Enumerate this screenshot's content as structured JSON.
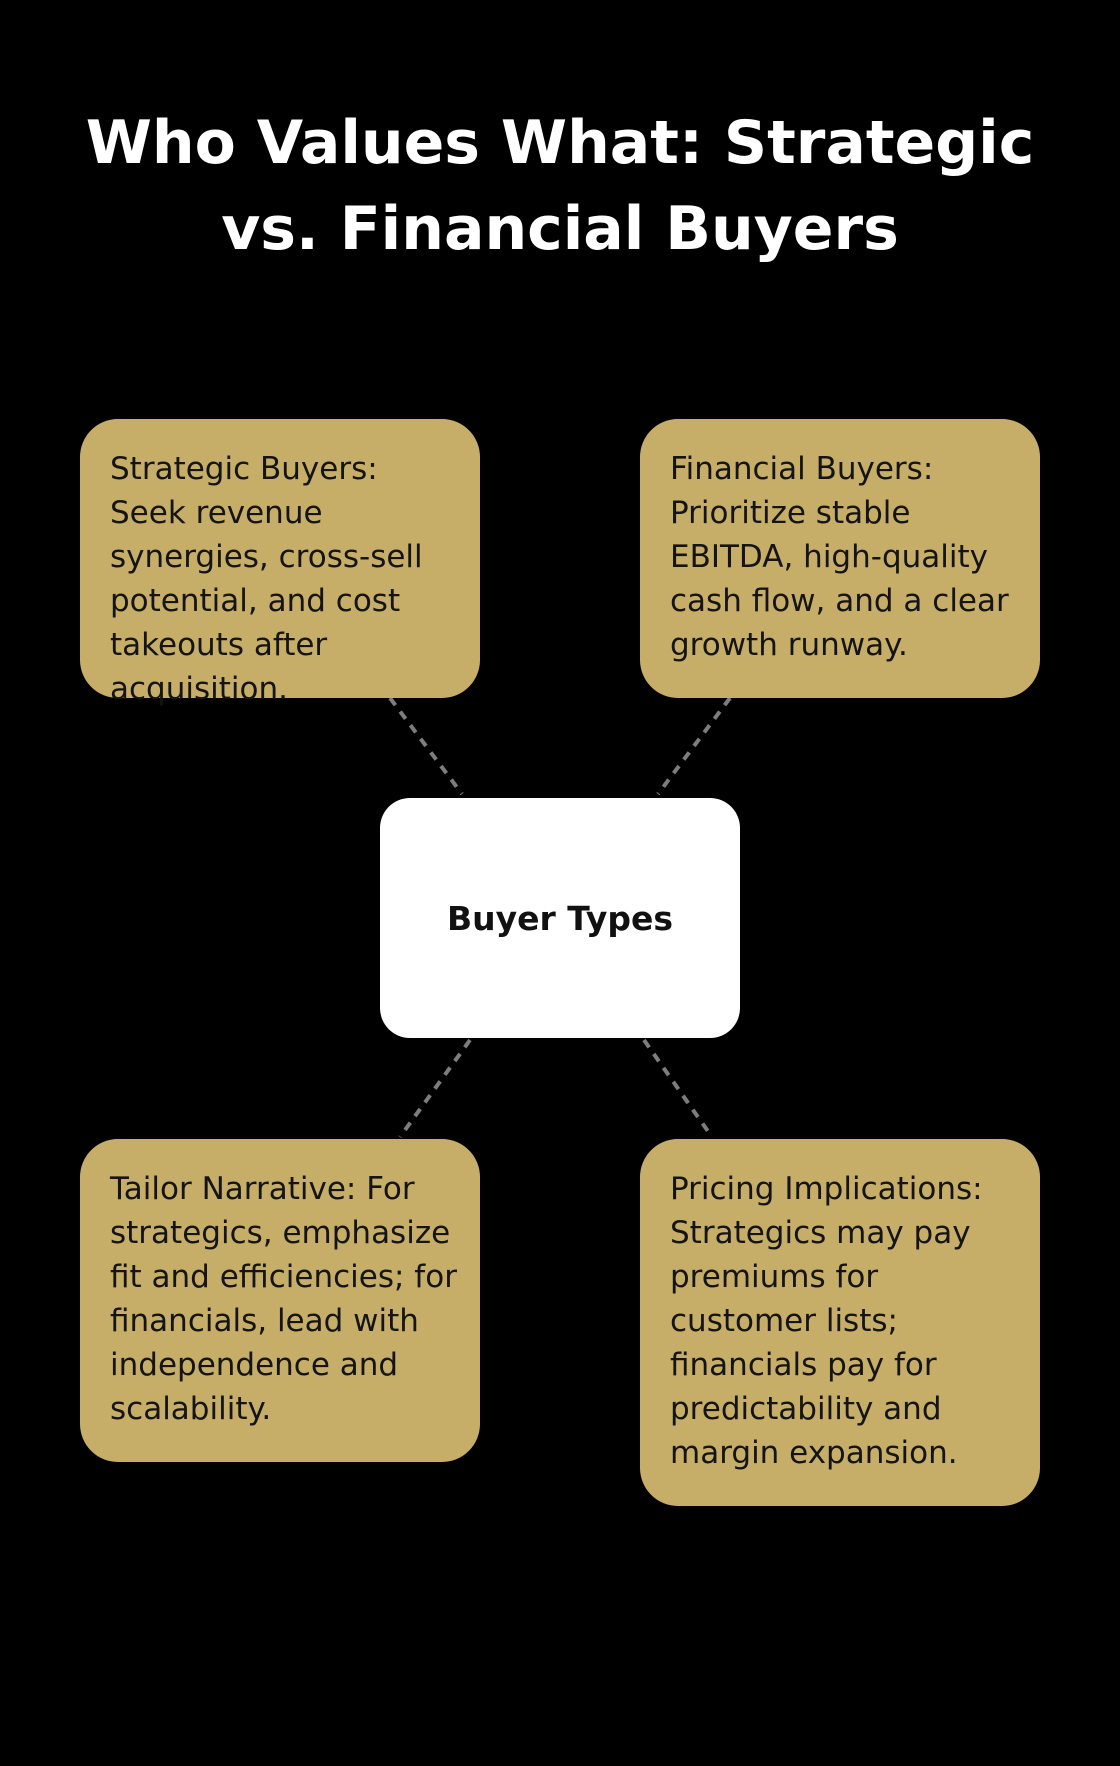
{
  "title": "Who Values What: Strategic vs. Financial Buyers",
  "hub": {
    "label": "Buyer Types"
  },
  "nodes": [
    {
      "text": "Strategic Buyers: Seek revenue synergies, cross-sell potential, and cost takeouts after acquisition."
    },
    {
      "text": "Financial Buyers: Prioritize stable EBITDA, high-quality cash flow, and a clear growth runway."
    },
    {
      "text": "Tailor Narrative: For strategics, emphasize fit and efficiencies; for financials, lead with independence and scalability."
    },
    {
      "text": "Pricing Implications: Strategics may pay premiums for customer lists; financials pay for predictability and margin expansion."
    }
  ],
  "colors": {
    "background": "#000000",
    "node_fill": "#c6ae69",
    "hub_fill": "#ffffff",
    "connector": "#7d7d7d",
    "title_text": "#ffffff"
  }
}
